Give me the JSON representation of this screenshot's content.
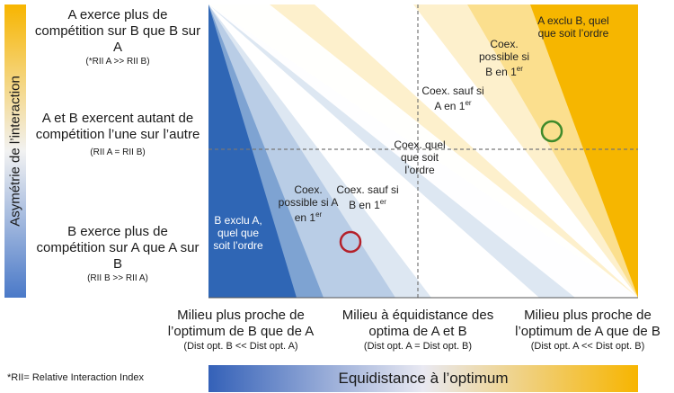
{
  "y_axis_title": "Asymétrie de l’interaction",
  "y_labels": [
    {
      "main": "A exerce plus de compétition sur B que B sur A",
      "sub": "(*RII A >> RII B)"
    },
    {
      "main": "A et B exercent autant de compétition l’une sur l’autre",
      "sub": "(RII A = RII B)"
    },
    {
      "main": "B exerce plus de compétition sur A que A sur B",
      "sub": "(RII B >> RII A)"
    }
  ],
  "x_labels": [
    {
      "main": "Milieu plus proche de l’optimum de B que de A",
      "sub": "(Dist opt. B << Dist opt. A)"
    },
    {
      "main": "Milieu à équidistance des optima de A et B",
      "sub": "(Dist opt. A = Dist opt. B)"
    },
    {
      "main": "Milieu plus proche de l’optimum de A que de B",
      "sub": "(Dist opt. A << Dist opt. B)"
    }
  ],
  "zones": {
    "a_exclu": "A exclu B, quel que soit l’ordre",
    "coex_b_first": "Coex. possible si B en 1",
    "coex_except_a": "Coex. sauf si A en 1",
    "coex_any": "Coex. quel que soit l’ordre",
    "coex_except_b": "Coex. sauf si B en 1",
    "coex_a_first": "Coex. possible si A en 1",
    "b_exclu": "B exclu A, quel que soit l’ordre",
    "superscript": "er"
  },
  "x_axis_title": "Equidistance à l’optimum",
  "footnote": "*RII= Relative Interaction Index",
  "colors": {
    "blue_dark": "#2f66b5",
    "blue_mid": "#7ea3d2",
    "blue_light": "#b9cde6",
    "blue_pale": "#dde7f2",
    "yellow_pale": "#fdf0cc",
    "yellow_light": "#fbdf8e",
    "yellow_mid": "#f9cc4a",
    "yellow_dark": "#f6b600",
    "circle_green": "#3f8a2a",
    "circle_red": "#b4202a"
  }
}
